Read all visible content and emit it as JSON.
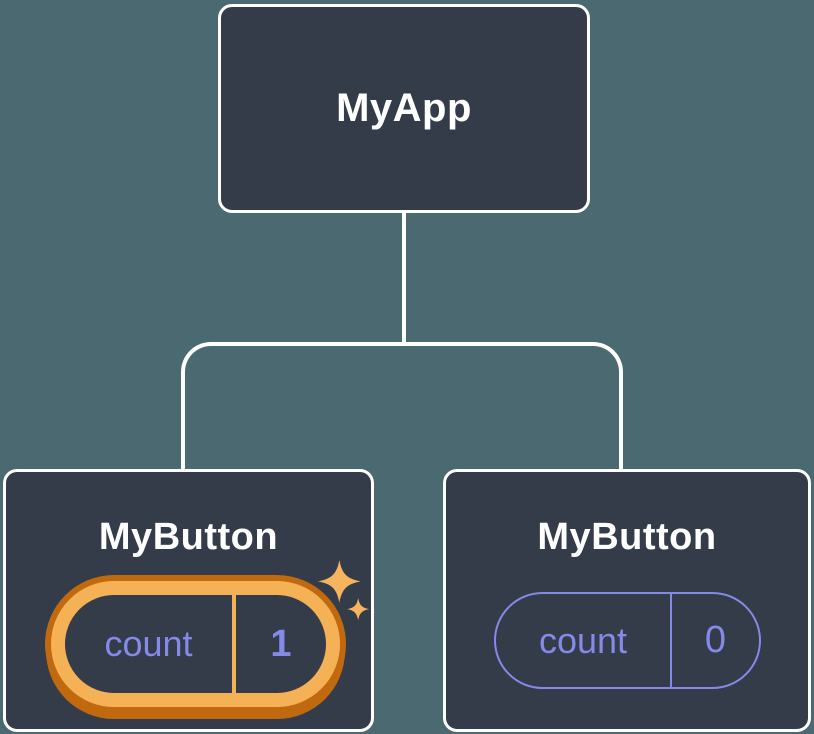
{
  "colors": {
    "canvas_bg": "#4b6970",
    "node_bg": "#343b49",
    "node_border": "#ffffff",
    "title_text": "#ffffff",
    "state_purple": "#8589e8",
    "gold": "#f5b156",
    "gold_dark": "#c0690f"
  },
  "tree": {
    "root": {
      "label": "MyApp"
    },
    "children": [
      {
        "label": "MyButton",
        "state_key": "count",
        "state_value": "1",
        "highlighted": true
      },
      {
        "label": "MyButton",
        "state_key": "count",
        "state_value": "0",
        "highlighted": false
      }
    ]
  },
  "icons": {
    "sparkles": "four-point-sparkle-stars"
  }
}
